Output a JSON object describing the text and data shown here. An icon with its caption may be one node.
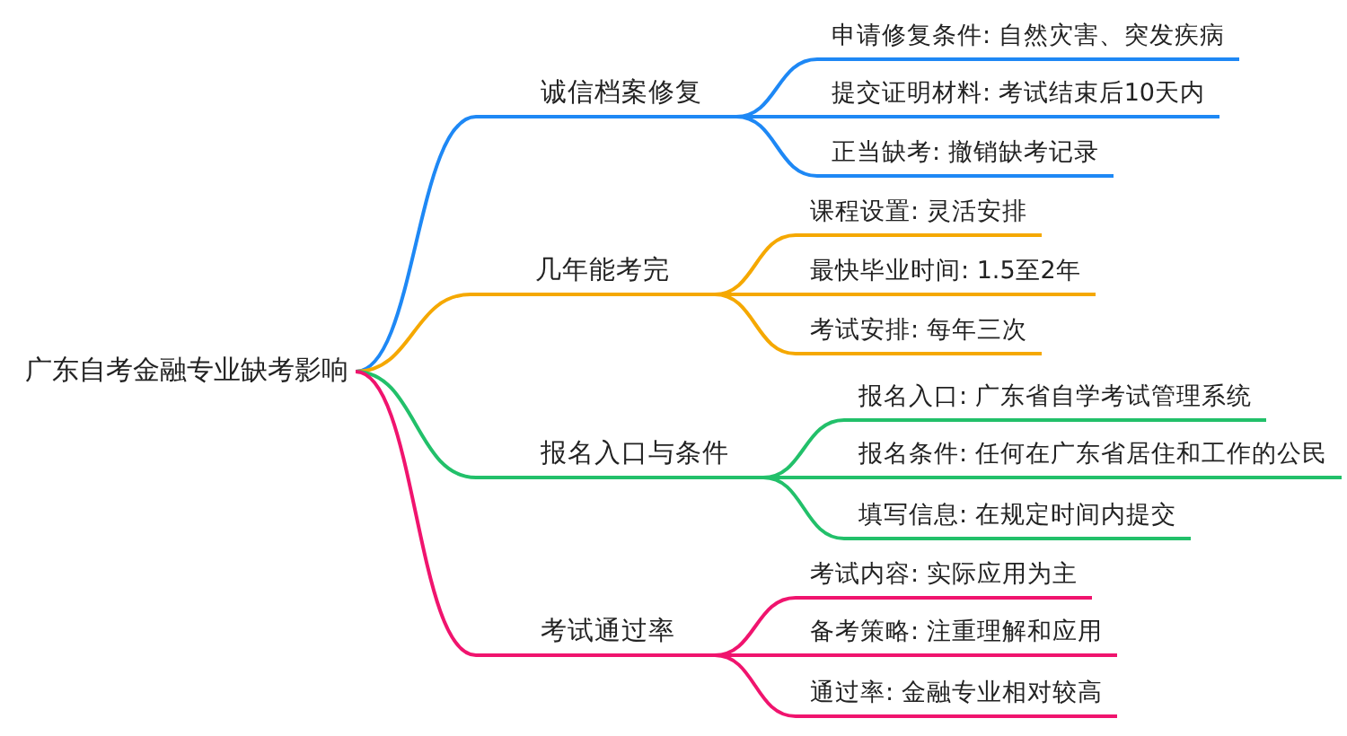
{
  "diagram": {
    "nodes": [
      {
        "text": [
          "广东自考金融专业缺考影响"
        ]
      },
      {
        "text": [
          "诚信档案修复"
        ]
      },
      {
        "text": [
          "申请修复条件: 自然灾害、突发疾病"
        ]
      },
      {
        "text": [
          "提交证明材料: 考试结束后10天内"
        ]
      },
      {
        "text": [
          "正当缺考: 撤销缺考记录"
        ]
      },
      {
        "text": [
          "几年能考完"
        ]
      },
      {
        "text": [
          "课程设置: 灵活安排"
        ]
      },
      {
        "text": [
          "最快毕业时间: 1.5至2年"
        ]
      },
      {
        "text": [
          "考试安排: 每年三次"
        ]
      },
      {
        "text": [
          "报名入口与条件"
        ]
      },
      {
        "text": [
          "报名入口: 广东省自学考试管理系统"
        ]
      },
      {
        "text": [
          "报名条件: 任何在广东省居住和工作的公民"
        ]
      },
      {
        "text": [
          "填写信息: 在规定时间内提交"
        ]
      },
      {
        "text": [
          "考试通过率"
        ]
      },
      {
        "text": [
          "考试内容: 实际应用为主"
        ]
      },
      {
        "text": [
          "备考策略: 注重理解和应用"
        ]
      },
      {
        "text": [
          "通过率: 金融专业相对较高"
        ]
      }
    ],
    "edges": [
      {
        "from": 0,
        "to": 1,
        "arrow": "none",
        "color": "#1e88f5"
      },
      {
        "from": 1,
        "to": 2,
        "arrow": "none",
        "color": "#1e88f5"
      },
      {
        "from": 1,
        "to": 3,
        "arrow": "none",
        "color": "#1e88f5"
      },
      {
        "from": 1,
        "to": 4,
        "arrow": "none",
        "color": "#1e88f5"
      },
      {
        "from": 0,
        "to": 5,
        "arrow": "none",
        "color": "#f5a800"
      },
      {
        "from": 5,
        "to": 6,
        "arrow": "none",
        "color": "#f5a800"
      },
      {
        "from": 5,
        "to": 7,
        "arrow": "none",
        "color": "#f5a800"
      },
      {
        "from": 5,
        "to": 8,
        "arrow": "none",
        "color": "#f5a800"
      },
      {
        "from": 0,
        "to": 9,
        "arrow": "none",
        "color": "#22c06a"
      },
      {
        "from": 9,
        "to": 10,
        "arrow": "none",
        "color": "#22c06a"
      },
      {
        "from": 9,
        "to": 11,
        "arrow": "none",
        "color": "#22c06a"
      },
      {
        "from": 9,
        "to": 12,
        "arrow": "none",
        "color": "#22c06a"
      },
      {
        "from": 0,
        "to": 13,
        "arrow": "none",
        "color": "#f0146e"
      },
      {
        "from": 13,
        "to": 14,
        "arrow": "none",
        "color": "#f0146e"
      },
      {
        "from": 13,
        "to": 15,
        "arrow": "none",
        "color": "#f0146e"
      },
      {
        "from": 13,
        "to": 16,
        "arrow": "none",
        "color": "#f0146e"
      }
    ]
  }
}
